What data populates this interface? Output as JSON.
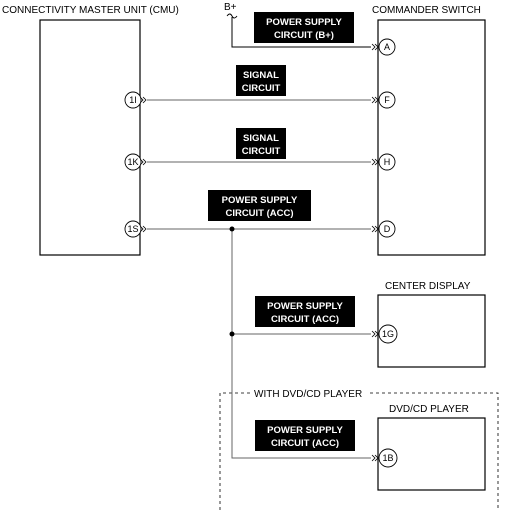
{
  "components": {
    "cmu": "CONNECTIVITY MASTER UNIT (CMU)",
    "commander": "COMMANDER SWITCH",
    "center_display": "CENTER DISPLAY",
    "dvd_player": "DVD/CD PLAYER",
    "dvd_option": "WITH DVD/CD PLAYER"
  },
  "battery": "B+",
  "circuits": {
    "power_b": [
      "POWER SUPPLY",
      "CIRCUIT (B+)"
    ],
    "signal_1": [
      "SIGNAL",
      "CIRCUIT"
    ],
    "signal_2": [
      "SIGNAL",
      "CIRCUIT"
    ],
    "power_acc_1": [
      "POWER SUPPLY",
      "CIRCUIT (ACC)"
    ],
    "power_acc_2": [
      "POWER SUPPLY",
      "CIRCUIT (ACC)"
    ],
    "power_acc_3": [
      "POWER SUPPLY",
      "CIRCUIT (ACC)"
    ]
  },
  "pins": {
    "cmu_1i": "1I",
    "cmu_1k": "1K",
    "cmu_1s": "1S",
    "cs_a": "A",
    "cs_f": "F",
    "cs_h": "H",
    "cs_d": "D",
    "cd_1g": "1G",
    "dvd_1b": "1B"
  }
}
